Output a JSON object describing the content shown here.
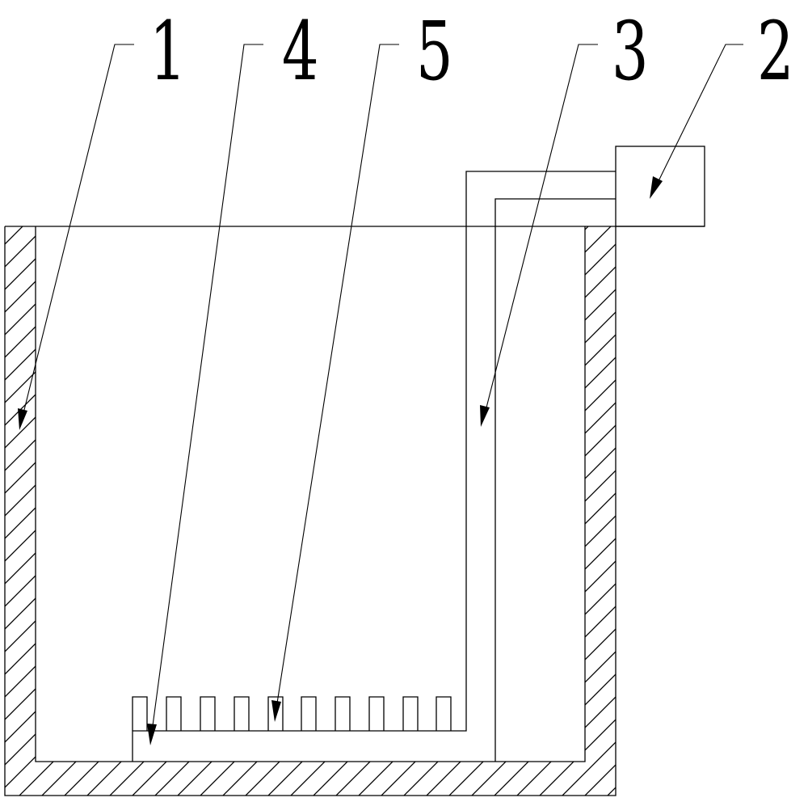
{
  "colors": {
    "stroke": "#000000",
    "background": "#ffffff"
  },
  "callouts": [
    {
      "id": "1",
      "label": "1"
    },
    {
      "id": "4",
      "label": "4"
    },
    {
      "id": "5",
      "label": "5"
    },
    {
      "id": "3",
      "label": "3"
    },
    {
      "id": "2",
      "label": "2"
    }
  ]
}
